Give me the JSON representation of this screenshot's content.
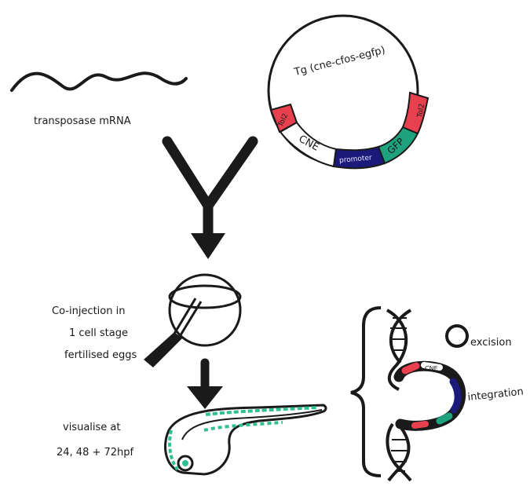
{
  "mrna": {
    "label": "transposase mRNA"
  },
  "plasmid": {
    "title": "Tg (cne-cfos-egfp)",
    "segments": {
      "tol2_left": "Tol2",
      "cne": "CNE",
      "promoter": "promoter",
      "gfp": "GFP",
      "tol2_right": "Tol2"
    }
  },
  "injection": {
    "line1": "Co-injection in",
    "line2": "1 cell stage",
    "line3": "fertilised eggs"
  },
  "visualise": {
    "line1": "visualise at",
    "line2": "24, 48 + 72hpf"
  },
  "mechanism": {
    "excision": "excision",
    "integration": "integration",
    "inserted_cne": "CNE"
  },
  "colors": {
    "tol2": "#e8404f",
    "gfp": "#1fa37e",
    "promoter": "#1b1a7a",
    "ink": "#1a1a1a",
    "gfp_fish": "#2fbf93"
  }
}
